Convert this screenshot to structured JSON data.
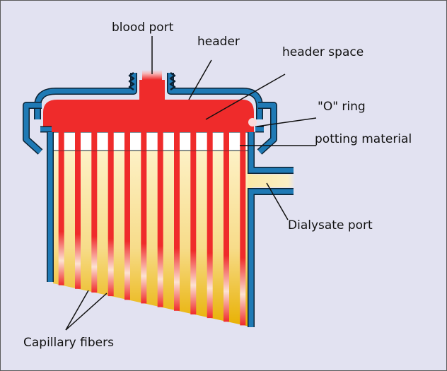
{
  "labels": {
    "blood_port": "blood port",
    "header": "header",
    "header_space": "header space",
    "o_ring": "\"O\" ring",
    "potting_material": "potting material",
    "dialysate_port": "Dialysate port",
    "capillary_fibers": "Capillary fibers"
  },
  "colors": {
    "background": "#e2e2f1",
    "housing": "#1f7ab5",
    "housing_outline": "#0d2233",
    "blood": "#ef2b2b",
    "dialysate_light": "#fbeebb",
    "dialysate_dark": "#e8b000",
    "potting": "#ffffff"
  },
  "fiber_count": 12
}
